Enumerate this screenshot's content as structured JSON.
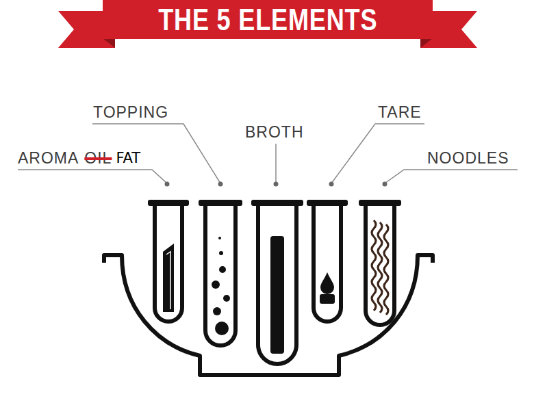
{
  "diagram": {
    "title": "THE 5 ELEMENTS",
    "labels": [
      "AROMA",
      "OIL",
      "FAT",
      "TOPPING",
      "BROTH",
      "TARE",
      "NOODLES"
    ]
  }
}
